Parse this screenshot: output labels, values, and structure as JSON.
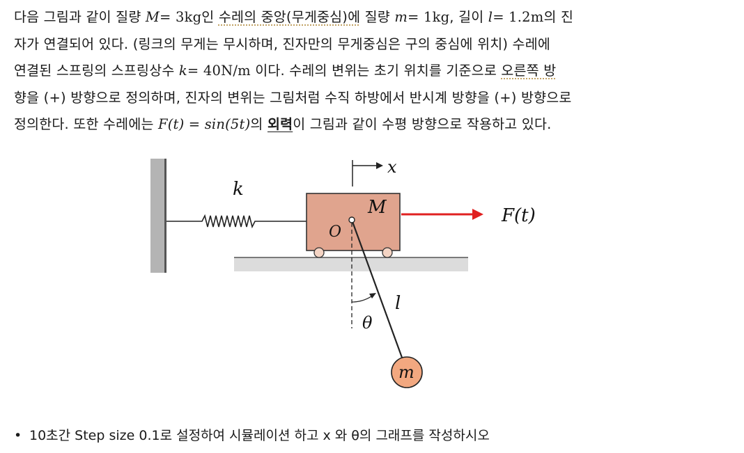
{
  "problem": {
    "line1": {
      "p1": "다음 그림과 같이 질량 ",
      "m1": "M",
      "m1b": "= 3kg",
      "p2": "인 ",
      "p3": "수레의 중앙(무게중심)에",
      "p4": " 질량 ",
      "m2": "m",
      "m2b": "= 1kg",
      "p5": ", 길이 ",
      "m3": "l",
      "m3b": "= 1.2m",
      "p6": "의 진"
    },
    "line2": "자가 연결되어 있다. (링크의 무게는 무시하며, 진자만의 무게중심은 구의 중심에 위치) 수레에",
    "line3": {
      "p1": "연결된 스프링의 스프링상수 ",
      "m1": "k",
      "m1b": "= 40N/m",
      "p2": " 이다. 수레의 변위는 초기 위치를 기준으로 ",
      "p3": "오른쪽 방",
      "p4": ""
    },
    "line4": "향을 (+) 방향으로 정의하며, 진자의 변위는 그림처럼 수직 하방에서 반시계 방향을 (+) 방향으로",
    "line5": {
      "p1": "정의한다. 또한 수레에는 ",
      "m1": "F(t) = sin(5t)",
      "p2": "의 ",
      "p3": "외력",
      "p4": "이 그림과 같이 수평 방향으로 작용하고 있다."
    }
  },
  "figure": {
    "label_k": "k",
    "label_M": "M",
    "label_O": "O",
    "label_x": "x",
    "label_F": "F(t)",
    "label_l": "l",
    "label_theta": "θ",
    "label_m": "m",
    "colors": {
      "cart": "#e0a48e",
      "force_arrow": "#e02020",
      "ground": "#dcdcdc",
      "wall": "#b4b4b4",
      "bob": "#f2a880"
    }
  },
  "task": {
    "bullet": "•",
    "text": "10초간 Step size 0.1로 설정하여 시뮬레이션 하고 x 와 θ의 그래프를 작성하시오"
  }
}
